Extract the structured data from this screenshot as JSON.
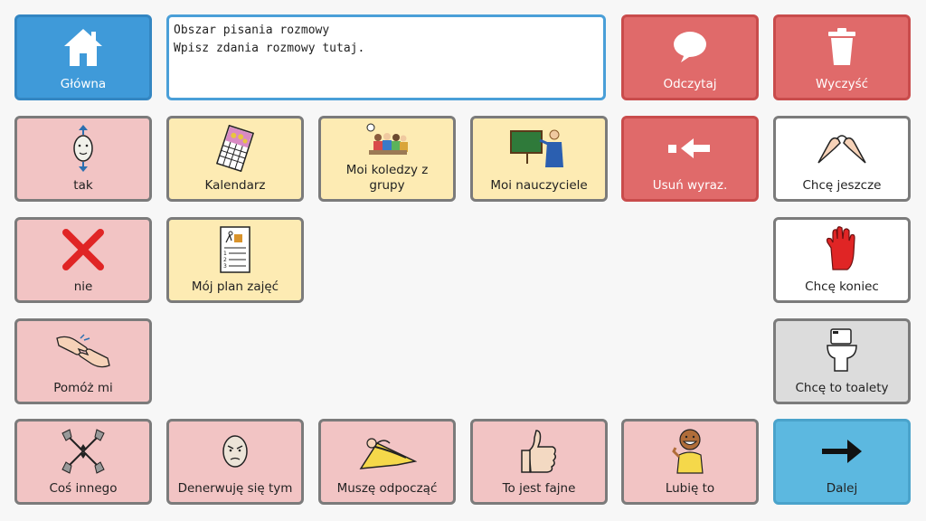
{
  "writing_area": {
    "title": "Obszar pisania rozmowy",
    "hint": "Wpisz zdania rozmowy tutaj."
  },
  "buttons": {
    "home": "Główna",
    "read": "Odczytaj",
    "clear": "Wyczyść",
    "yes": "tak",
    "calendar": "Kalendarz",
    "classmates": "Moi koledzy z grupy",
    "teachers": "Moi nauczyciele",
    "delete_word": "Usuń wyraz.",
    "want_more": "Chcę jeszcze",
    "no": "nie",
    "schedule": "Mój plan zajęć",
    "want_stop": "Chcę koniec",
    "help_me": "Pomóż mi",
    "toilet": "Chcę to toalety",
    "something_else": "Coś innego",
    "annoyed": "Denerwuję się tym",
    "rest": "Muszę odpocząć",
    "cool": "To jest fajne",
    "like": "Lubię to",
    "next": "Dalej"
  },
  "colors": {
    "pink": "#f2c4c4",
    "yellow": "#fdebb3",
    "red": "#e06a6a",
    "blue": "#3f9ad9",
    "cyan": "#5cb8e0"
  }
}
